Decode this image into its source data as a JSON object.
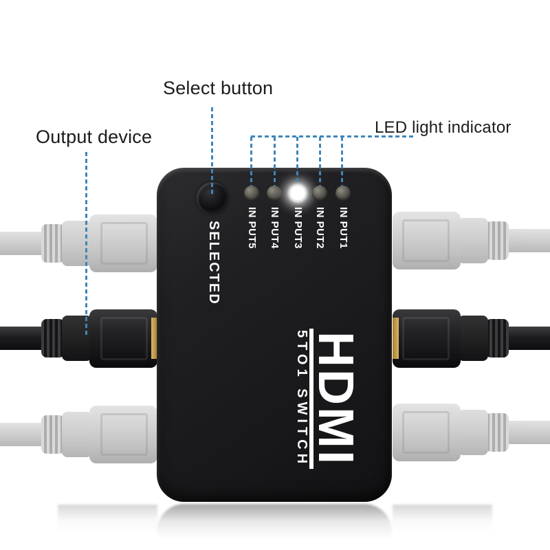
{
  "annotations": {
    "select_button": "Select button",
    "output_device": "Output device",
    "led_indicator": "LED light indicator"
  },
  "device": {
    "selected_label": "SELECTED",
    "logo": {
      "title": "HDMI",
      "subtitle": "5TO1 SWITCH"
    },
    "leds": [
      {
        "label": "IN PUT5",
        "lit": false
      },
      {
        "label": "IN PUT4",
        "lit": false
      },
      {
        "label": "IN PUT3",
        "lit": true
      },
      {
        "label": "IN PUT2",
        "lit": false
      },
      {
        "label": "IN PUT1",
        "lit": false
      }
    ],
    "lit_input": "IN PUT3"
  },
  "cables": {
    "left": [
      {
        "position": "top",
        "color": "gray",
        "state": "faded"
      },
      {
        "position": "middle",
        "color": "black",
        "state": "active-output"
      },
      {
        "position": "bottom",
        "color": "gray",
        "state": "faded"
      }
    ],
    "right": [
      {
        "position": "top",
        "color": "gray",
        "state": "faded"
      },
      {
        "position": "middle",
        "color": "black",
        "state": "active-input"
      },
      {
        "position": "bottom",
        "color": "gray",
        "state": "faded"
      }
    ]
  },
  "colors": {
    "callout_blue": "#3e86bb",
    "device_body": "#1c1c1e",
    "led_lit": "#ffffff",
    "led_unlit": "#55544c",
    "connector_gold": "#c09a48",
    "background": "#ffffff"
  }
}
